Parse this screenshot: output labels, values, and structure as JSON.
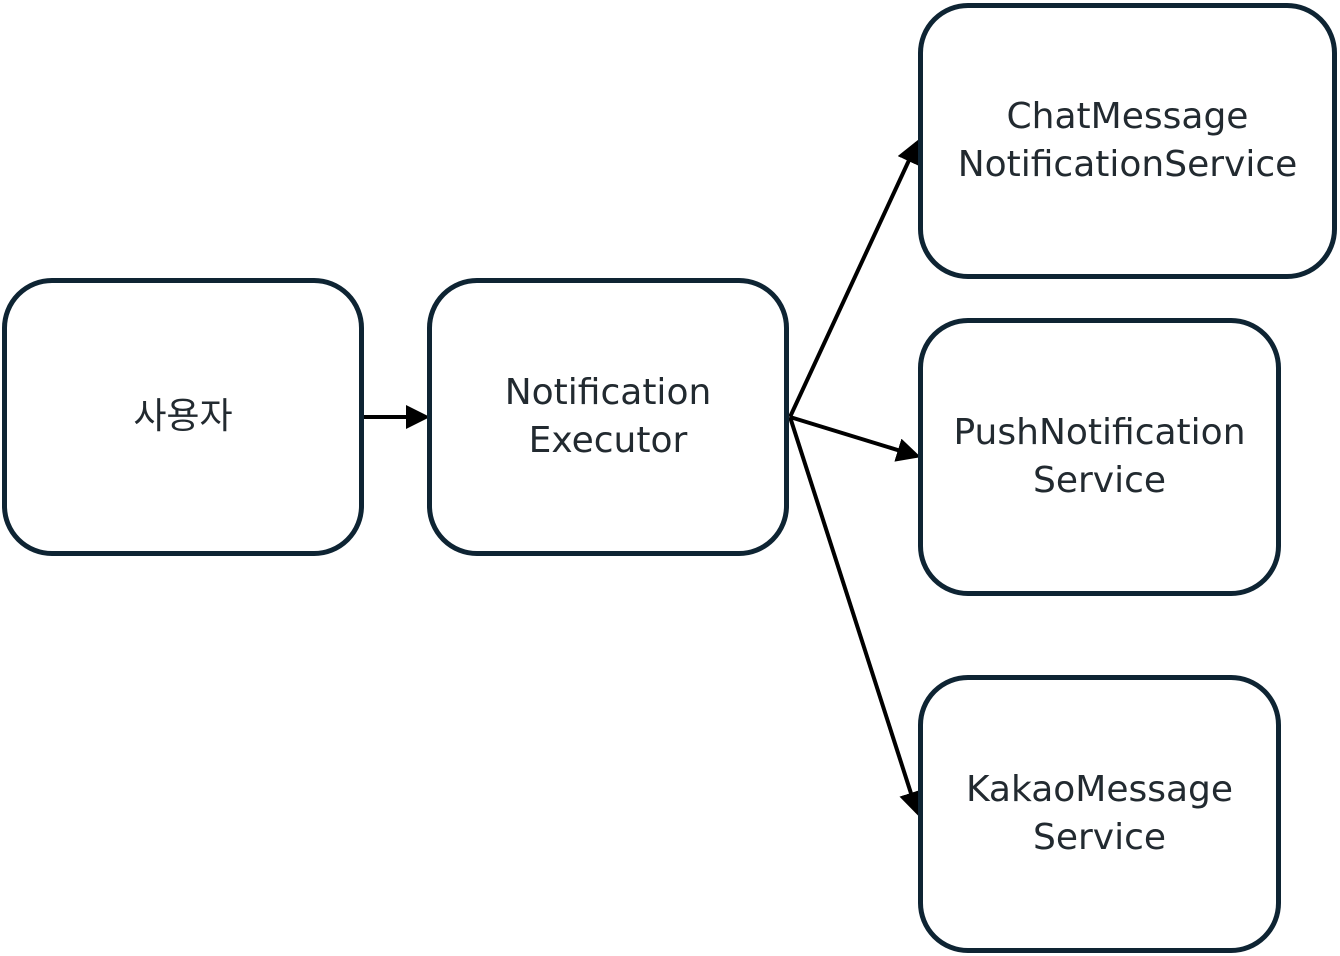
{
  "diagram": {
    "colors": {
      "node_border": "#0e2433",
      "node_text": "#222a30",
      "edge": "#000000"
    },
    "nodes": [
      {
        "id": "user",
        "lines": [
          "사용자"
        ]
      },
      {
        "id": "executor",
        "lines": [
          "Notification",
          "Executor"
        ]
      },
      {
        "id": "chat",
        "lines": [
          "ChatMessage",
          "NotificationService"
        ]
      },
      {
        "id": "push",
        "lines": [
          "PushNotification",
          "Service"
        ]
      },
      {
        "id": "kakao",
        "lines": [
          "KakaoMessage",
          "Service"
        ]
      }
    ],
    "edges": [
      {
        "from": "user",
        "to": "executor"
      },
      {
        "from": "executor",
        "to": "chat"
      },
      {
        "from": "executor",
        "to": "push"
      },
      {
        "from": "executor",
        "to": "kakao"
      }
    ]
  }
}
